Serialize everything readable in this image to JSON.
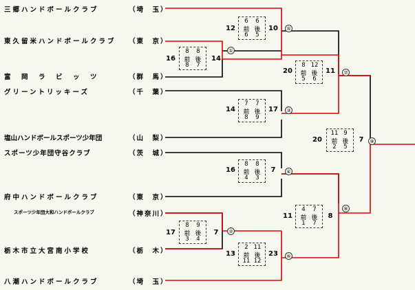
{
  "teams": [
    {
      "name": "三郷ハンドボールクラブ",
      "pref": "（埼　玉）"
    },
    {
      "name": "東久留米ハンドボールクラブ",
      "pref": "（東　京）"
    },
    {
      "name": "富　岡　ラ　ビ　ッ　ツ",
      "pref": "（群　馬）"
    },
    {
      "name": "グリーントリッキーズ",
      "pref": "（千　葉）"
    },
    {
      "name": "塩山ハンドボールスポーツ少年団",
      "pref": "（山　梨）"
    },
    {
      "name": "スポーツ少年団守谷クラブ",
      "pref": "（茨　城）"
    },
    {
      "name": "府中ハンドボールクラブ",
      "pref": "（東　京）"
    },
    {
      "name": "スポーツ少年団大和ハンドボールクラブ",
      "pref": "（神奈川）"
    },
    {
      "name": "栃木市立大宮南小学校",
      "pref": "（栃　木）"
    },
    {
      "name": "八潮ハンドボールクラブ",
      "pref": "（埼　玉）"
    }
  ],
  "matches": [
    {
      "num": "①",
      "left": "16",
      "right": "14",
      "h1": [
        "8",
        "8"
      ],
      "labels": [
        "前",
        "後"
      ],
      "h2": [
        "8",
        "7"
      ]
    },
    {
      "num": "②",
      "left": "17",
      "right": "7",
      "h1": [
        "8",
        "9"
      ],
      "labels": [
        "前",
        "後"
      ],
      "h2": [
        "3",
        "4"
      ]
    },
    {
      "num": "⑤",
      "left": "12",
      "right": "10",
      "h1": [
        "6",
        "6"
      ],
      "labels": [
        "前",
        "後"
      ],
      "h2": [
        "6",
        "5"
      ]
    },
    {
      "num": "③",
      "left": "14",
      "right": "17",
      "h1": [
        "7",
        "7"
      ],
      "labels": [
        "前",
        "後"
      ],
      "h2": [
        "8",
        "9"
      ]
    },
    {
      "num": "④",
      "left": "16",
      "right": "7",
      "h1": [
        "8",
        "8"
      ],
      "labels": [
        "前",
        "後"
      ],
      "h2": [
        "4",
        "3"
      ]
    },
    {
      "num": "⑥",
      "left": "13",
      "right": "23",
      "h1": [
        "2",
        "11"
      ],
      "labels": [
        "前",
        "後"
      ],
      "h2": [
        "11",
        "12"
      ]
    },
    {
      "num": "⑦",
      "left": "20",
      "right": "11",
      "h1": [
        "8",
        "12"
      ],
      "labels": [
        "前",
        "後"
      ],
      "h2": [
        "5",
        "6"
      ]
    },
    {
      "num": "⑧",
      "left": "11",
      "right": "8",
      "h1": [
        "4",
        "7"
      ],
      "labels": [
        "前",
        "後"
      ],
      "h2": [
        "1",
        "7"
      ]
    },
    {
      "num": "⑨",
      "left": "20",
      "right": "7",
      "h1": [
        "11",
        "9"
      ],
      "labels": [
        "前",
        "後"
      ],
      "h2": [
        "2",
        "5"
      ]
    }
  ],
  "colors": {
    "win": "#e00000",
    "loss": "#000000"
  }
}
